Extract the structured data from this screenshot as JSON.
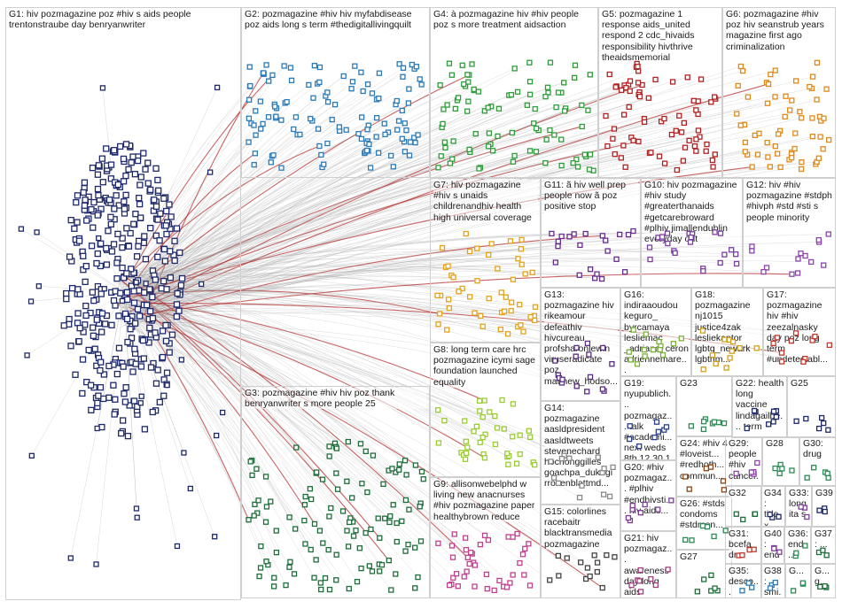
{
  "groups": [
    {
      "id": "G1",
      "label": "G1: hiv pozmagazine poz #hiv s aids people trentonstraube day benryanwriter",
      "color": "#1f2a6b"
    },
    {
      "id": "G2",
      "label": "G2: pozmagazine #hiv hiv myfabdisease poz aids long s term #thedigitallivingquilt",
      "color": "#2b7bb9"
    },
    {
      "id": "G3",
      "label": "G3: pozmagazine #hiv hiv poz thank benryanwriter s more people 25",
      "color": "#1e6e3a"
    },
    {
      "id": "G4",
      "label": "G4: à pozmagazine hiv #hiv people poz s more treatment aidsaction",
      "color": "#2e9e3a"
    },
    {
      "id": "G5",
      "label": "G5: pozmagazine 1 response aids_united respond 2 cdc_hivaids responsibility hivthrive theaidsmemorial",
      "color": "#b22222"
    },
    {
      "id": "G6",
      "label": "G6: pozmagazine #hiv poz hiv seanstrub years magazine first ago criminalization",
      "color": "#e08a1e"
    },
    {
      "id": "G7",
      "label": "G7: hiv pozmagazine #hiv s unaids childrenandhiv health high universal coverage",
      "color": "#e3a21a"
    },
    {
      "id": "G8",
      "label": "G8: long term care hrc pozmagazine icymi sage foundation launched equality",
      "color": "#9acd32"
    },
    {
      "id": "G9",
      "label": "G9: allisonwebelphd w living new anacnurses #hiv pozmagazine paper healthybrown reduce",
      "color": "#c2418f"
    },
    {
      "id": "G10",
      "label": "G10: hiv pozmagazine #hiv study #greaterthanaids #getcarebroward #plhiv jimallendublin everyday out",
      "color": "#7b3fa0"
    },
    {
      "id": "G11",
      "label": "G11: ã hiv well prep people now ã poz positive stop",
      "color": "#6a2c91"
    },
    {
      "id": "G12",
      "label": "G12: hiv #hiv pozmagazine #stdph #hivph #std #sti s people minority",
      "color": "#8e44ad"
    },
    {
      "id": "G13",
      "label": "G13: pozmagazine hiv rikeamour defeathiv hivcureau profsharonlewin viruseradicate poz matthew_hodso...",
      "color": "#5b2c83"
    },
    {
      "id": "G14",
      "label": "G14: pozmagazine aasldpresident aasldtweets stevenechard hochonggilles goachpa_dukegi rrosenblattmd...",
      "color": "#8a8a8a"
    },
    {
      "id": "G15",
      "label": "G15: colorlines racebaitr blacktransmedia pozmagazine",
      "color": "#444444"
    },
    {
      "id": "G16",
      "label": "G16: indiraaoudou keguro_ byrcamaya lesliemac _adriana_ceron adriennemare...",
      "color": "#7bb33a"
    },
    {
      "id": "G17",
      "label": "G17: pozmagazine hiv #hiv zeezalnasky day poz long term #undetectabl...",
      "color": "#c0392b"
    },
    {
      "id": "G18",
      "label": "G18: pozmagazine nj1015 justice4zak lesliekantor lgbtq_newark lgbthm...",
      "color": "#d4a017"
    },
    {
      "id": "G19",
      "label": "G19: nyupublich... pozmagaz... talk #academi... next weds 8th 12 30 1",
      "color": "#27408b"
    },
    {
      "id": "G20",
      "label": "G20: #hiv pozmagaz... #plhiv #endhivsti... hiv aids...",
      "color": "#7d3c98"
    },
    {
      "id": "G21",
      "label": "G21: hiv pozmagaz... awareness day long aids",
      "color": "#a04080"
    },
    {
      "id": "G22",
      "label": "G22: health long vaccine lindagailbe... term",
      "color": "#1f2a6b"
    },
    {
      "id": "G23",
      "label": "G23",
      "color": "#2e8b57"
    },
    {
      "id": "G24",
      "label": "G24: #hiv 4 #loveist... #redhoth... commun...",
      "color": "#8b4513"
    },
    {
      "id": "G25",
      "label": "G25",
      "color": "#1f2a6b"
    },
    {
      "id": "G26",
      "label": "G26: #stds condoms #stdmon...",
      "color": "#2e8b57"
    },
    {
      "id": "G27",
      "label": "G27",
      "color": "#1e6e3a"
    },
    {
      "id": "G28",
      "label": "G28",
      "color": "#2e8b57"
    },
    {
      "id": "G29",
      "label": "G29: people #hiv cancer...",
      "color": "#8e44ad"
    },
    {
      "id": "G30",
      "label": "G30: drug",
      "color": "#2e8b57"
    },
    {
      "id": "G31",
      "label": "G31: bcefa dr...",
      "color": "#c0392b"
    },
    {
      "id": "G32",
      "label": "G32",
      "color": "#1e6e3a"
    },
    {
      "id": "G33",
      "label": "G33: long ita s",
      "color": "#7d3c98"
    },
    {
      "id": "G34",
      "label": "G34: title x imp...",
      "color": "#1f2a6b"
    },
    {
      "id": "G35",
      "label": "G35: desco...",
      "color": "#2b7bb9"
    },
    {
      "id": "G36",
      "label": "G36: end...",
      "color": "#2e8b57"
    },
    {
      "id": "G37",
      "label": "G37: ...",
      "color": "#1e6e3a"
    },
    {
      "id": "G38",
      "label": "G38: smi...",
      "color": "#2b7bb9"
    },
    {
      "id": "G39",
      "label": "G39",
      "color": "#1f2a6b"
    },
    {
      "id": "G40",
      "label": "G40: end...",
      "color": "#7d3c98"
    },
    {
      "id": "G41",
      "label": "G...",
      "color": "#2e8b57"
    },
    {
      "id": "G42",
      "label": "G... g...",
      "color": "#1e6e3a"
    }
  ],
  "edge_colors": {
    "default": "#9a9a9a",
    "highlight": "#b22222"
  }
}
